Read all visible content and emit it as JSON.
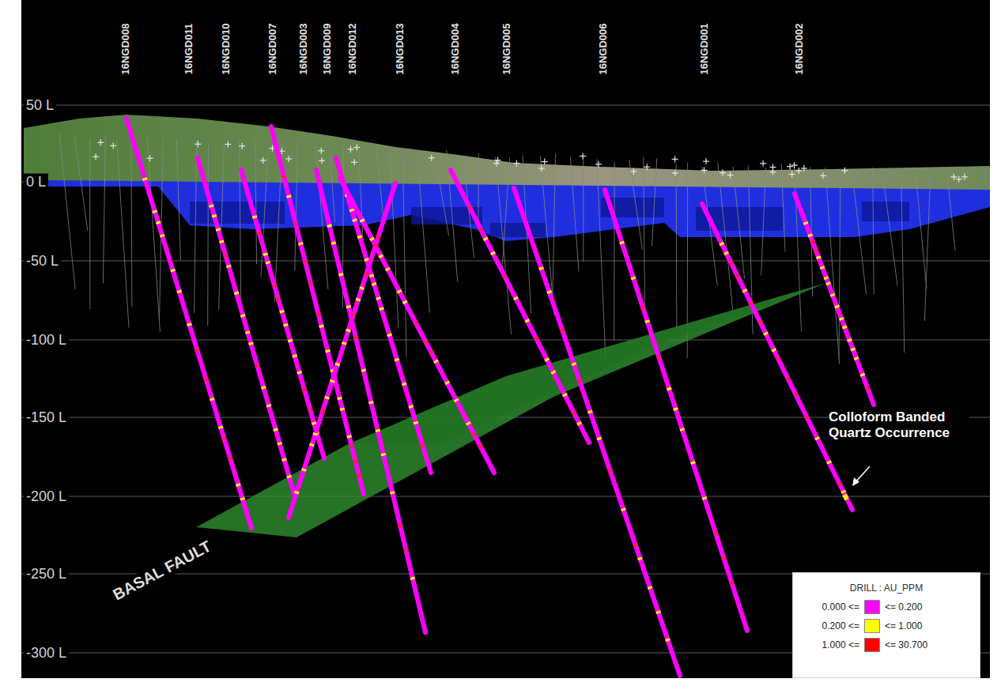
{
  "diagram": {
    "labels": [
      "16NGD008",
      "16NGD011",
      "16NGD010",
      "16NGD007",
      "16NGD003",
      "16NGD009",
      "16NGD012",
      "16NGD013",
      "16NGD004",
      "16NGD005",
      "16NGD006",
      "16NGD001",
      "16NGD002",
      "50 L",
      "0 L",
      "-50 L",
      "-100 L",
      "-150 L",
      "-200 L",
      "-250 L",
      "-300 L",
      "BASAL FAULT",
      "Colloform Banded Quartz Occurrence",
      "DRILL : AU_PPM",
      "0.000 <=",
      "0.200 <=",
      "1.000 <="
    ],
    "legend": [
      {
        "text": "<= 0.200",
        "color": "#ff00ff"
      },
      {
        "text": "<= 1.000",
        "color": "#ffff00"
      },
      {
        "text": "<= 30.700",
        "color": "#ff0000"
      }
    ]
  }
}
